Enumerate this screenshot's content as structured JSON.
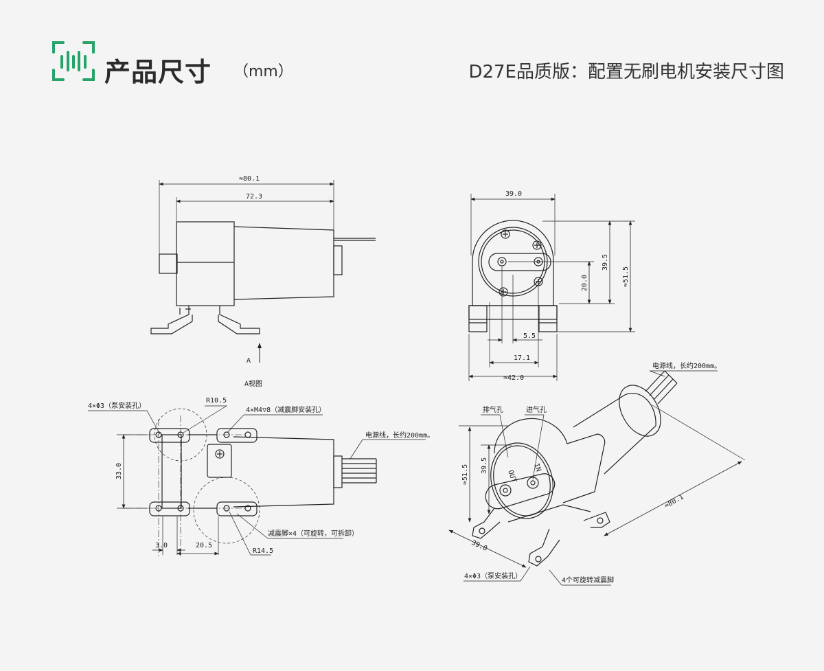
{
  "header": {
    "title": "产品尺寸",
    "unit": "（mm）",
    "subtitle": "D27E品质版：配置无刷电机安装尺寸图",
    "accent_color": "#27a36a",
    "icon": "scan-frame-icon"
  },
  "side_view": {
    "dim_overall": "≈80.1",
    "dim_body": "72.3",
    "view_arrow_label": "A"
  },
  "front_view": {
    "dim_width": "39.0",
    "dim_height": "39.5",
    "dim_total_height": "≈51.5",
    "dim_center_height": "20.0",
    "dim_offset": "5.5",
    "dim_port_spacing": "17.1",
    "dim_base_width": "≈42.0"
  },
  "a_view": {
    "title": "A视图",
    "label_pump_holes": "4×Φ3（泵安装孔）",
    "label_r105": "R10.5",
    "label_m4": "4×M4▽8（减震脚安装孔）",
    "label_cable": "电源线，长约200mm。",
    "dim_33": "33.0",
    "dim_3": "3.0",
    "dim_205": "20.5",
    "label_feet": "减震脚×4（可旋转，可拆卸）",
    "label_r145": "R14.5"
  },
  "iso_view": {
    "label_cable": "电源线，长约200mm。",
    "label_exhaust": "排气孔",
    "label_intake": "进气孔",
    "port_out": "OUT",
    "port_in": "IN",
    "dim_515": "≈51.5",
    "dim_395": "39.5",
    "dim_801": "≈80.1",
    "dim_390": "39.0",
    "label_pump_holes": "4×Φ3（泵安装孔）",
    "label_feet": "4个可旋转减震脚"
  }
}
